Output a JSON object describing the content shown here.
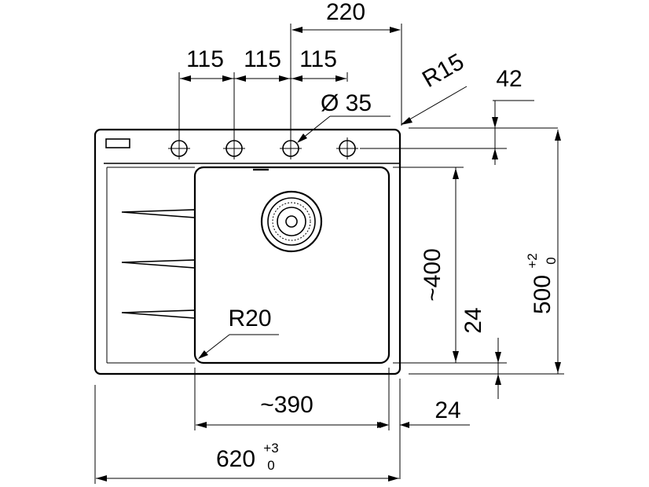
{
  "dimensions": {
    "tap_span": "220",
    "hole_pitch_1": "115",
    "hole_pitch_2": "115",
    "hole_pitch_3": "115",
    "hole_diameter": "Ø 35",
    "corner_radius_outer": "R15",
    "hole_offset": "42",
    "bowl_depth": "~400",
    "overall_depth": "500",
    "overall_depth_tol_upper": "+2",
    "overall_depth_tol_lower": "0",
    "bowl_margin_bottom": "24",
    "bowl_radius": "R20",
    "bowl_width": "~390",
    "bowl_margin_right": "24",
    "overall_width": "620",
    "overall_width_tol_upper": "+3",
    "overall_width_tol_lower": "0"
  }
}
